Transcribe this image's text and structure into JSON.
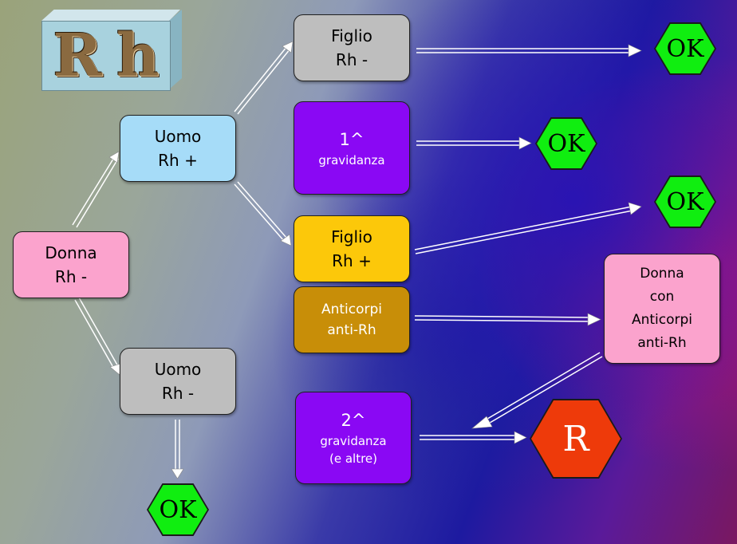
{
  "logo": {
    "letters": [
      "R",
      "h"
    ]
  },
  "nodes": {
    "donna_rh_neg": {
      "line1": "Donna",
      "line2": "Rh  -"
    },
    "uomo_rh_pos": {
      "line1": "Uomo",
      "line2": "Rh  +"
    },
    "uomo_rh_neg": {
      "line1": "Uomo",
      "line2": "Rh  -"
    },
    "figlio_rh_neg": {
      "line1": "Figlio",
      "line2": "Rh  -"
    },
    "prima_gravidanza": {
      "line1": "1^",
      "line2": "gravidanza"
    },
    "figlio_rh_pos": {
      "line1": "Figlio",
      "line2": "Rh  +"
    },
    "anticorpi": {
      "line1": "Anticorpi",
      "line2": "anti-Rh"
    },
    "seconda_gravidanza": {
      "line1": "2^",
      "line2": "gravidanza",
      "line3": "(e altre)"
    },
    "donna_anticorpi": {
      "line1": "Donna",
      "line2": "con",
      "line3": "Anticorpi",
      "line4": "anti-Rh"
    }
  },
  "outcomes": {
    "ok_figlio_neg": "OK",
    "ok_prima_gravidanza": "OK",
    "ok_figlio_pos": "OK",
    "ok_uomo_neg": "OK",
    "risk": "R"
  },
  "colors": {
    "pink": "#fba3cd",
    "light_blue": "#a6dcf8",
    "gray": "#bebebe",
    "purple": "#8a08f4",
    "gold": "#fcc80a",
    "bronze": "#c88e08",
    "ok_green": "#10ee10",
    "risk_red": "#ee3a0a"
  }
}
